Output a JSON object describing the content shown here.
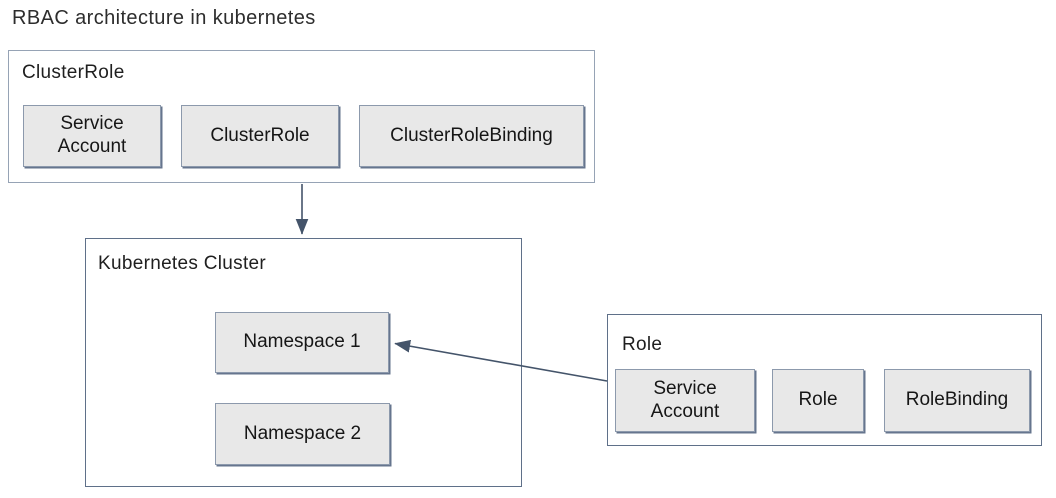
{
  "title": "RBAC architecture in kubernetes",
  "groups": {
    "clusterrole": {
      "label": "ClusterRole",
      "items": [
        {
          "label": "Service Account"
        },
        {
          "label": "ClusterRole"
        },
        {
          "label": "ClusterRoleBinding"
        }
      ]
    },
    "kubernetes_cluster": {
      "label": "Kubernetes Cluster",
      "items": [
        {
          "label": "Namespace 1"
        },
        {
          "label": "Namespace 2"
        }
      ]
    },
    "role": {
      "label": "Role",
      "items": [
        {
          "label": "Service Account"
        },
        {
          "label": "Role"
        },
        {
          "label": "RoleBinding"
        }
      ]
    }
  },
  "arrows": [
    {
      "name": "clusterrole-to-cluster",
      "from": "ClusterRole",
      "to": "Kubernetes Cluster"
    },
    {
      "name": "role-to-namespace1",
      "from": "Role",
      "to": "Namespace 1"
    }
  ],
  "colors": {
    "arrow": "#44546a",
    "node_fill": "#e8e8e8",
    "node_border": "#8c99ac",
    "node_shadow": "#66758e",
    "clusterrole_border": "#96a3b5",
    "container_border": "#5f7089",
    "text": "#1f1f1f",
    "background": "#ffffff"
  }
}
